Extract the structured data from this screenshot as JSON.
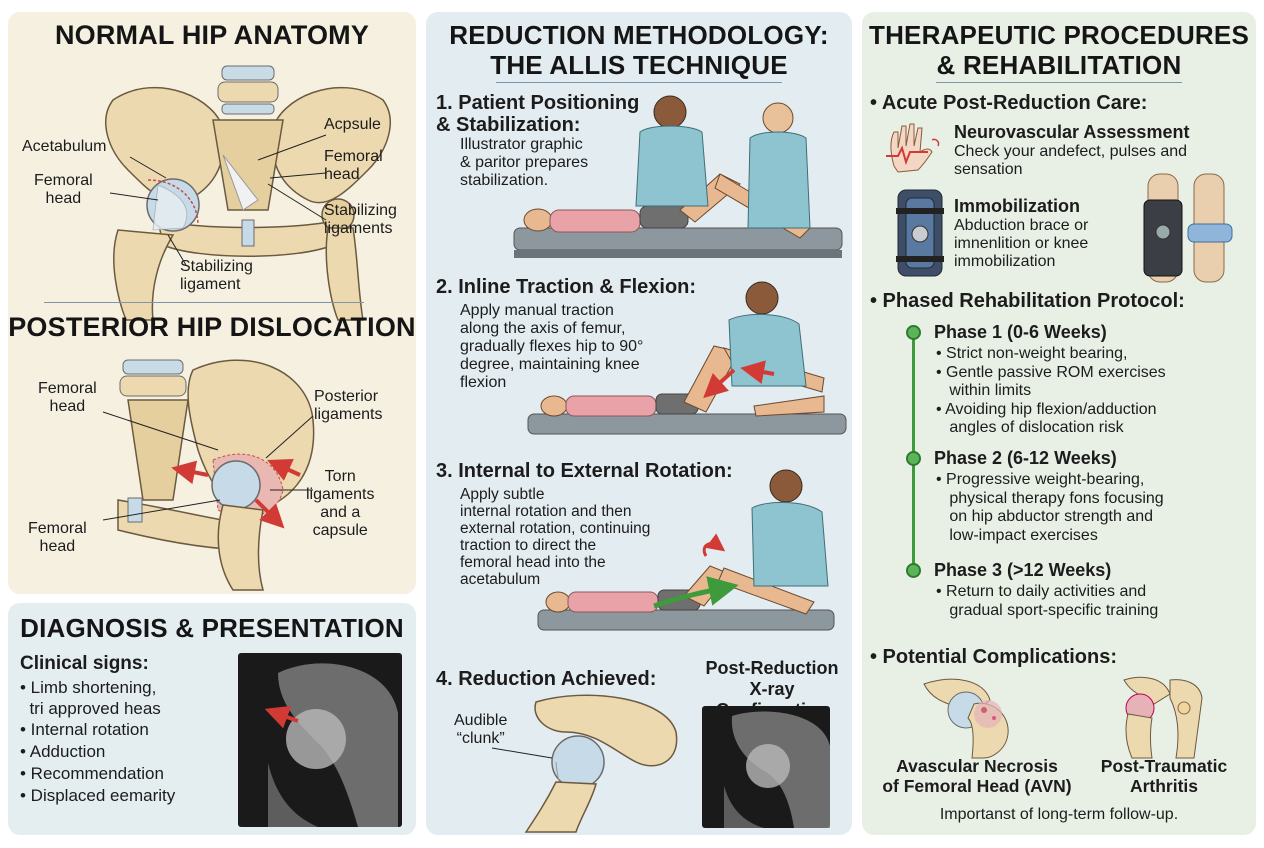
{
  "anatomy": {
    "normal_title": "NORMAL HIP ANATOMY",
    "normal_labels": {
      "acetabulum": "Acetabulum",
      "femoral_head": "Femoral\nhead",
      "capsule": "Acpsule",
      "femoral_head_right": "Femoral\nhead",
      "stabilizing_ligaments": "Stabilizing\nligaments",
      "stabilizing_ligament": "Stabilizing\nligament"
    },
    "dislocation_title": "POSTERIOR HIP DISLOCATION",
    "dislocation_labels": {
      "femoral_head_top": "Femoral\nhead",
      "posterior_ligaments": "Posterior\nligaments",
      "torn": "Torn\nligaments\nand a\ncapsule",
      "femoral_head_bottom": "Femoral\nhead"
    }
  },
  "diagnosis": {
    "title": "DIAGNOSIS & PRESENTATION",
    "clinical_heading": "Clinical signs:",
    "signs": [
      "• Limb shortening,",
      "  tri approved heas",
      "• Internal rotation",
      "• Adduction",
      "• Recommendation",
      "• Displaced eemarity"
    ]
  },
  "reduction": {
    "title_line1": "REDUCTION METHODOLOGY:",
    "title_line2": "THE ALLIS TECHNIQUE",
    "step1_title": "1. Patient Positioning\n& Stabilization:",
    "step1_text": "Illustrator graphic\n& paritor prepares\nstabilization.",
    "step2_title": "2. Inline Traction & Flexion:",
    "step2_text": "Apply manual traction\nalong the axis of femur,\ngradually flexes hip to 90°\ndegree, maintaining knee\nflexion",
    "step3_title": "3. Internal to External Rotation:",
    "step3_text": "Apply subtle\ninternal rotation and then\nexternal rotation, continuing\ntraction to direct the\nfemoral head into the\nacetabulum",
    "step4_title": "4. Reduction Achieved:",
    "audible": "Audible\n“clunk”",
    "xray_title": "Post-Reduction\nX-ray Confirmation"
  },
  "therapy": {
    "title_line1": "THERAPEUTIC PROCEDURES",
    "title_line2": "& REHABILITATION",
    "acute_heading": "• Acute Post-Reduction Care:",
    "neuro_title": "Neurovascular Assessment",
    "neuro_text": "Check your andefect, pulses and\nsensation",
    "immob_title": "Immobilization",
    "immob_text": "Abduction brace or\nimnenlition or knee\nimmobilization",
    "phased_heading": "• Phased Rehabilitation Protocol:",
    "phases": [
      {
        "title": "Phase 1 (0-6 Weeks)",
        "text": "• Strict non-weight bearing,\n• Gentle passive ROM exercises\n   within limits\n• Avoiding hip flexion/adduction\n   angles of dislocation risk"
      },
      {
        "title": "Phase 2 (6-12 Weeks)",
        "text": "• Progressive weight-bearing,\n   physical therapy fons focusing\n   on hip abductor strength and\n   low-impact exercises"
      },
      {
        "title": "Phase 3 (>12 Weeks)",
        "text": "• Return to daily activities and\n   gradual sport-specific training"
      }
    ],
    "complications_heading": "• Potential Complications:",
    "avn": "Avascular Necrosis\nof Femoral Head (AVN)",
    "arthritis": "Post-Traumatic\nArthritis",
    "followup": "Importanst of long-term follow-up."
  },
  "colors": {
    "bone": "#ecd9b0",
    "cartilage": "#c6dbe7",
    "scrub": "#8ec4d0",
    "arrow_red": "#d23a35",
    "arrow_green": "#3f9a3c",
    "timeline_green": "#3f9a3c"
  }
}
